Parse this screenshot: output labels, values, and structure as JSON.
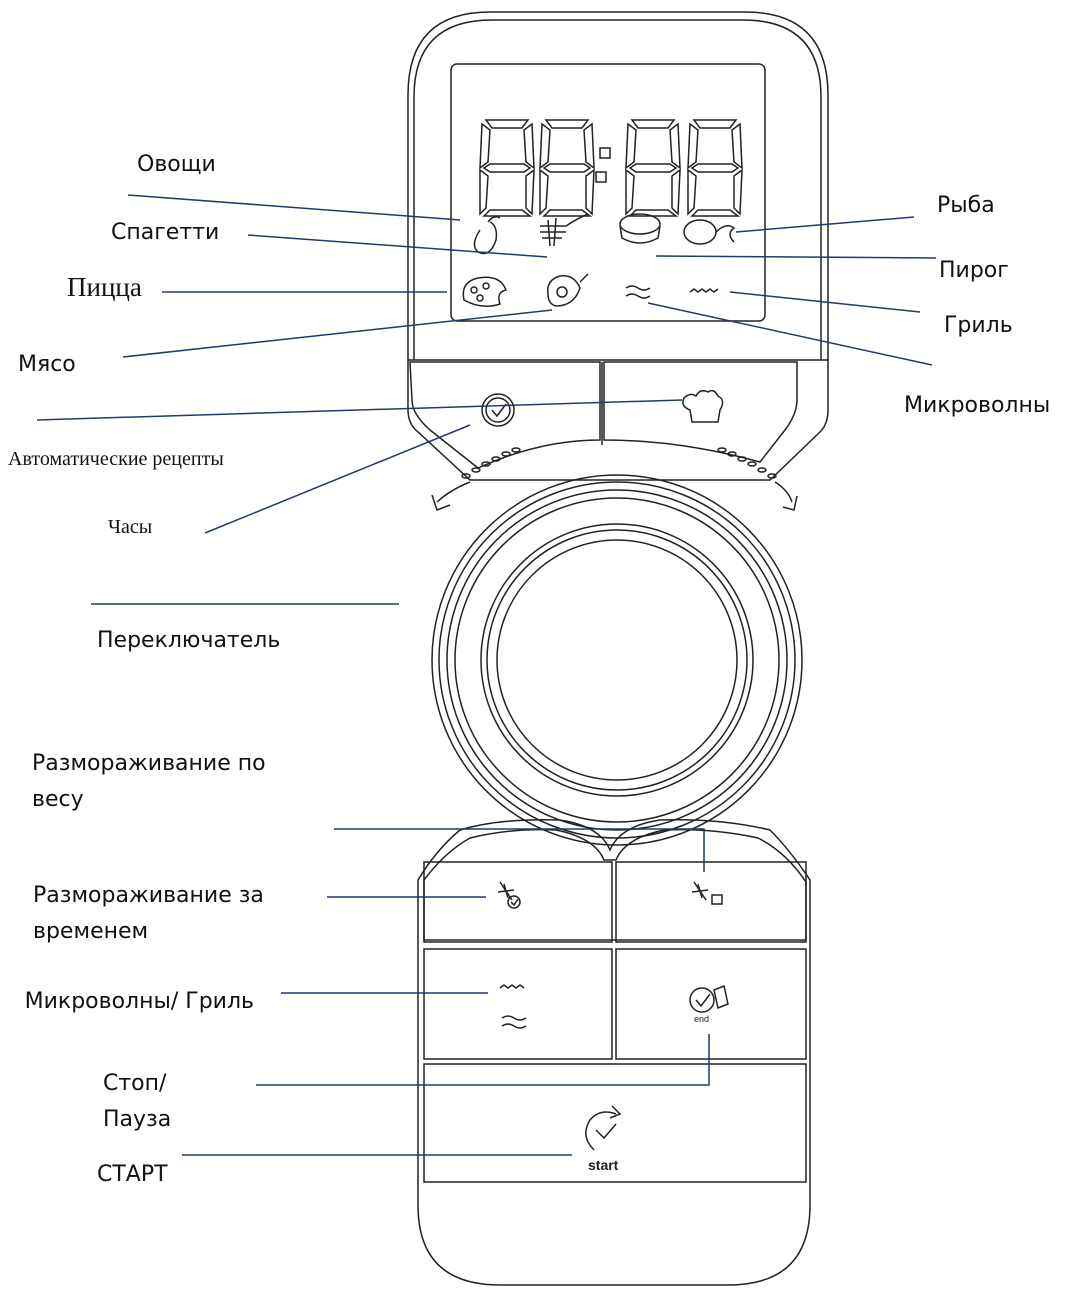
{
  "display": {
    "digits": "88:88"
  },
  "labels": {
    "vegetables": "Овощи",
    "spaghetti": "Спагетти",
    "pizza": "Пицца",
    "meat": "Мясо",
    "auto_recipes": "Автоматические рецепты",
    "clock": "Часы",
    "selector": "Переключатель",
    "fish": "Рыба",
    "pie": "Пирог",
    "grill": "Гриль",
    "microwaves": "Микроволны",
    "defrost_weight": "Размораживание по весу",
    "defrost_time": "Размораживание за временем",
    "micro_grill": "Микроволны/ Гриль",
    "stop_pause": "Стоп/ Пауза",
    "start": "СТАРТ"
  },
  "button_glyphs": {
    "start": "start",
    "end": "end"
  },
  "line_color": "#1f3a6b",
  "outline_color": "#222222"
}
